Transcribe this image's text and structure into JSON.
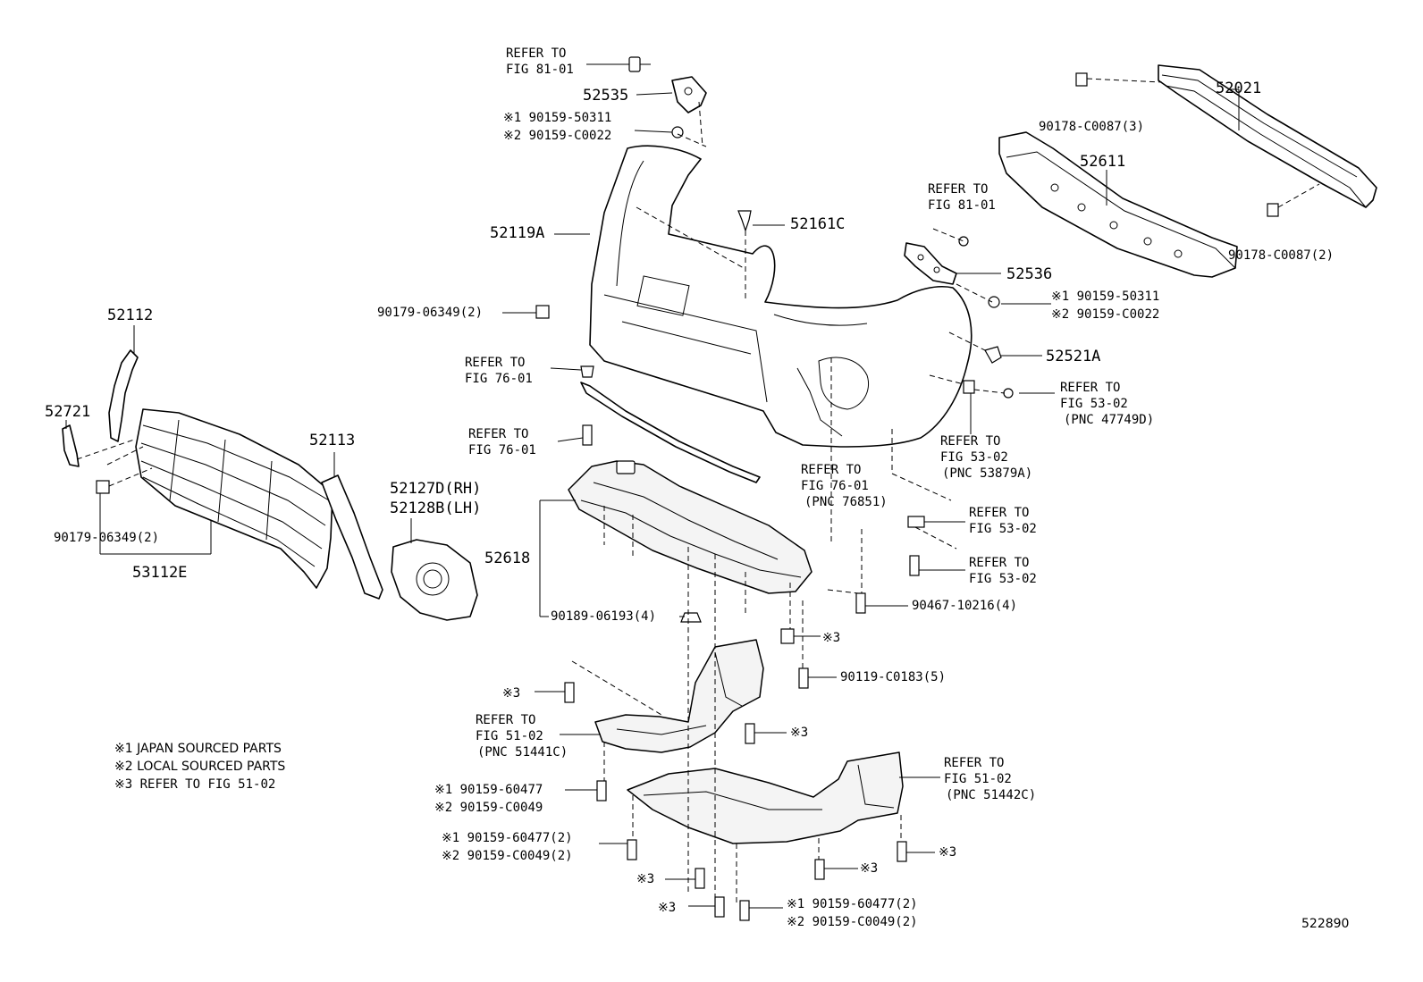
{
  "diagram": {
    "code": "522890",
    "notes": [
      "※1 JAPAN SOURCED PARTS",
      "※2 LOCAL SOURCED PARTS",
      "※3 REFER TO FIG 51-02"
    ],
    "labels": [
      "REFER TO",
      "FIG 81-01",
      "52535",
      "※1 90159-50311",
      "※2 90159-C0022",
      "52119A",
      "52161C",
      "90179-06349(2)",
      "52112",
      "52721",
      "REFER TO",
      "FIG 76-01",
      "REFER TO",
      "FIG 76-01",
      "52113",
      "52127D(RH)",
      "52128B(LH)",
      "90179-06349(2)",
      "53112E",
      "52618",
      "90189-06193(4)",
      "REFER TO",
      "FIG 76-01",
      "(PNC 76851)",
      "52021",
      "90178-C0087(3)",
      "52611",
      "REFER TO",
      "FIG 81-01",
      "52536",
      "※1 90159-50311",
      "※2 90159-C0022",
      "90178-C0087(2)",
      "52521A",
      "REFER TO",
      "FIG 53-02",
      "(PNC 47749D)",
      "REFER TO",
      "FIG 53-02",
      "(PNC 53879A)",
      "REFER TO",
      "FIG 53-02",
      "REFER TO",
      "FIG 53-02",
      "90467-10216(4)",
      "※3",
      "90119-C0183(5)",
      "※3",
      "REFER TO",
      "FIG 51-02",
      "(PNC 51441C)",
      "※3",
      "※1 90159-60477",
      "※2 90159-C0049",
      "REFER TO",
      "FIG 51-02",
      "(PNC 51442C)",
      "※1 90159-60477(2)",
      "※2 90159-C0049(2)",
      "※3",
      "※3",
      "※3",
      "※3",
      "※1 90159-60477(2)",
      "※2 90159-C0049(2)"
    ]
  }
}
